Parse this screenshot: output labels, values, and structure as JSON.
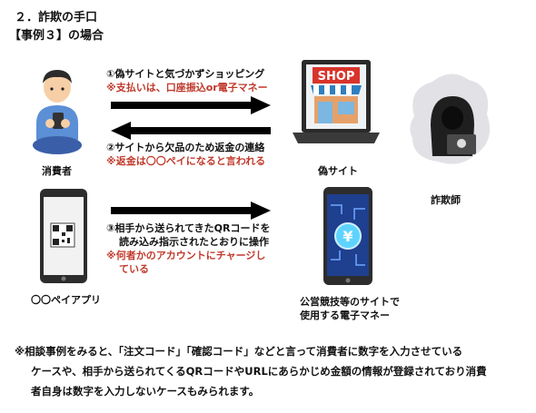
{
  "heading": "２．詐欺の手口",
  "subheading": "【事例３】の場合",
  "consumer_label": "消費者",
  "fake_site_label": "偽サイト",
  "fraudster_label": "詐欺師",
  "app_label": "〇〇ペイアプリ",
  "money_label_1": "公営競技等のサイトで",
  "money_label_2": "使用する電子マネー",
  "shop_sign": "SHOP",
  "step1_main": "①偽サイトと気づかずショッピング",
  "step1_note": "※支払いは、口座振込or電子マネー",
  "step2_main": "②サイトから欠品のため返金の連絡",
  "step2_note": "※返金は〇〇ペイになると言われる",
  "step3_line1": "③相手から送られてきたQRコードを",
  "step3_line2": "読み込み指示されたとおりに操作",
  "step3_note1": "※何者かのアカウントにチャージし",
  "step3_note2": "ている",
  "footnote_1": "※相談事例をみると、「注文コード」「確認コード」などと言って消費者に数字を入力させている",
  "footnote_2": "ケースや、相手から送られてくるQRコードやURLにあらかじめ金額の情報が登録されており消費",
  "footnote_3": "者自身は数字を入力しないケースもみられます。",
  "colors": {
    "accent_red": "#c0392b",
    "shop_red": "#d9342b",
    "arrow": "#000000"
  }
}
